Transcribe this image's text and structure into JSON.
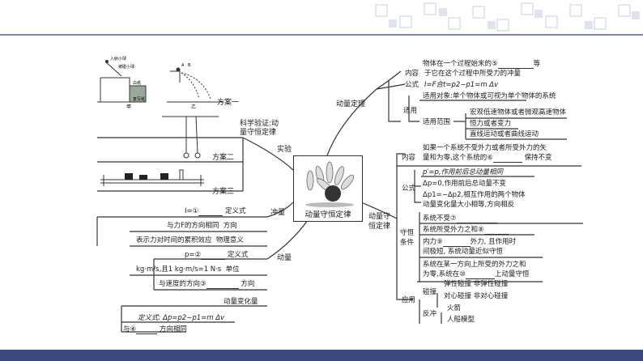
{
  "colors": {
    "header_line": "#7a88b0",
    "footer": "#3b4a7e",
    "squares": "#c9cfe0"
  },
  "center": {
    "title": "动量守恒定律"
  },
  "branches": {
    "experiment": "实验",
    "theorem": "动量定理",
    "impulse": "冲量",
    "momentum": "动量",
    "conservation": "动量守\n恒定律"
  },
  "experiment": {
    "verify": "科学验证:动\n量守恒定律",
    "plan1": "方案一",
    "plan2": "方案二",
    "plan3": "方案三",
    "fig_labels": {
      "a": "入射小球",
      "b": "被碰小球",
      "c": "白纸",
      "d": "复写纸",
      "e": "甲",
      "f": "乙",
      "g": "A",
      "h": "B"
    }
  },
  "theorem": {
    "content_label": "内容",
    "content_l1": "物体在一个过程始末的⑤",
    "content_l1_end": "等",
    "content_l2": "于它在这个过程中所受力的冲量",
    "formula_label": "公式",
    "formula": "I=F合t=p2−p1=m Δv",
    "apply_label": "适用",
    "apply_obj": "适用对象:单个物体或可视为单个物体的系统",
    "apply_range_label": "适用范围",
    "range1": "宏观低速物体或者微观高速物体",
    "range2": "恒力或者变力",
    "range3": "直线运动或者曲线运动"
  },
  "impulse": {
    "def": "I=①",
    "def_end": "定义式",
    "dir": "与力F的方向相同",
    "dir_end": "方向",
    "phys": "表示力对时间的累积效应",
    "phys_end": "物理意义"
  },
  "momentum": {
    "def": "p=②",
    "def_end": "定义式",
    "unit": "kg·m/s,且1 kg·m/s=1 N·s",
    "unit_end": "单位",
    "dir": "与速度的方向③",
    "dir_end": "方向",
    "change_label": "动量变化量",
    "change_def": "定义式: Δp=p2−p1=m Δv",
    "change_dir_a": "与④",
    "change_dir_b": "方向相同"
  },
  "conservation": {
    "content_label": "内容",
    "content_l1": "如果一个系统不受外力或者所受外力的矢",
    "content_l2a": "量和为零,这个系统的⑥",
    "content_l2b": "保持不变",
    "formula_label": "公式",
    "f1": "p′=p,作用前后总动量相同",
    "f2": "Δp=0,作用前后总动量不变",
    "f3a": "Δp1=−Δp2,相互作用的两个物体",
    "f3b": "动量变化量大小相等,方向相反",
    "cond_label": "守恒\n条件",
    "c1": "系统不受⑦",
    "c2": "系统所受外力之和⑧",
    "c3a": "内力⑨",
    "c3b": "外力, 且作用时",
    "c3c": "间极短, 系统动量近似守恒",
    "c4a": "系统在某一方向上所受的外力之和",
    "c4b": "为零,系统在⑩",
    "c4c": "上动量守恒",
    "app_label": "应用",
    "collision_label": "碰撞",
    "col1": "弹性碰撞  非弹性碰撞",
    "col2": "对心碰撞  非对心碰撞",
    "recoil_label": "反冲",
    "rec1": "火箭",
    "rec2": "人船模型"
  }
}
